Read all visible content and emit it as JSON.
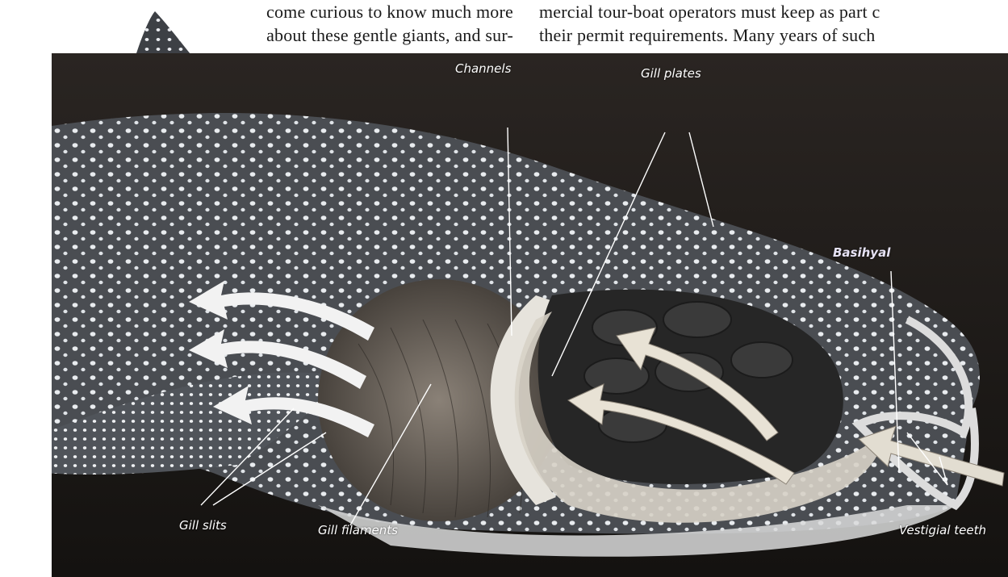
{
  "text_columns": {
    "left_lines": [
      "come curious to know much more",
      "about these gentle giants, and sur-"
    ],
    "right_lines": [
      "mercial tour-boat operators must keep as part c",
      "their permit requirements. Many years of such"
    ]
  },
  "illustration": {
    "labels": {
      "channels": "Channels",
      "gill_plates": "Gill plates",
      "basihyal": "Basihyal",
      "gill_slits": "Gill slits",
      "gill_filaments": "Gill filaments",
      "vestigial_teeth": "Vestigial teeth"
    }
  },
  "colors": {
    "background": "#1c1a18",
    "shark_body": "#4a4d52",
    "spots": "#e9ecef",
    "mouth_cavity": "#262626",
    "flow_arrows": "#f2f2f2"
  }
}
